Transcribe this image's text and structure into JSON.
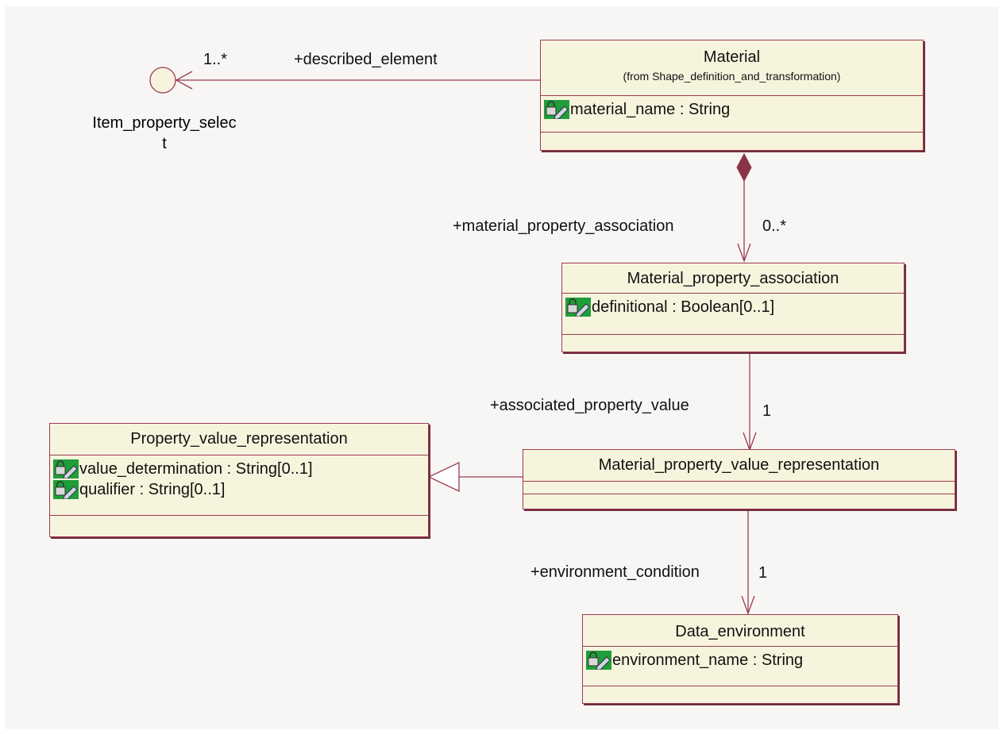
{
  "interface": {
    "name_line1": "Item_property_selec",
    "name_line2": "t"
  },
  "classes": {
    "material": {
      "name": "Material",
      "subtitle": "(from Shape_definition_and_transformation)",
      "attributes": [
        "material_name : String"
      ]
    },
    "material_property_association": {
      "name": "Material_property_association",
      "attributes": [
        "definitional : Boolean[0..1]"
      ]
    },
    "property_value_representation": {
      "name": "Property_value_representation",
      "attributes": [
        "value_determination : String[0..1]",
        "qualifier : String[0..1]"
      ]
    },
    "material_property_value_representation": {
      "name": "Material_property_value_representation",
      "attributes": []
    },
    "data_environment": {
      "name": "Data_environment",
      "attributes": [
        "environment_name : String"
      ]
    }
  },
  "associations": {
    "described_element": {
      "role": "+described_element",
      "multiplicity": "1..*"
    },
    "material_property_association": {
      "role": "+material_property_association",
      "multiplicity": "0..*"
    },
    "associated_property_value": {
      "role": "+associated_property_value",
      "multiplicity": "1"
    },
    "environment_condition": {
      "role": "+environment_condition",
      "multiplicity": "1"
    }
  },
  "icons": {
    "attribute": "attribute-lock-icon",
    "interface": "interface-lollipop-icon"
  },
  "colors": {
    "class_fill": "#f7f4dd",
    "line": "#9c3a52",
    "composition": "#8b3347",
    "background": "#f8f6f4",
    "attr_icon_bg": "#1f9e3a"
  }
}
